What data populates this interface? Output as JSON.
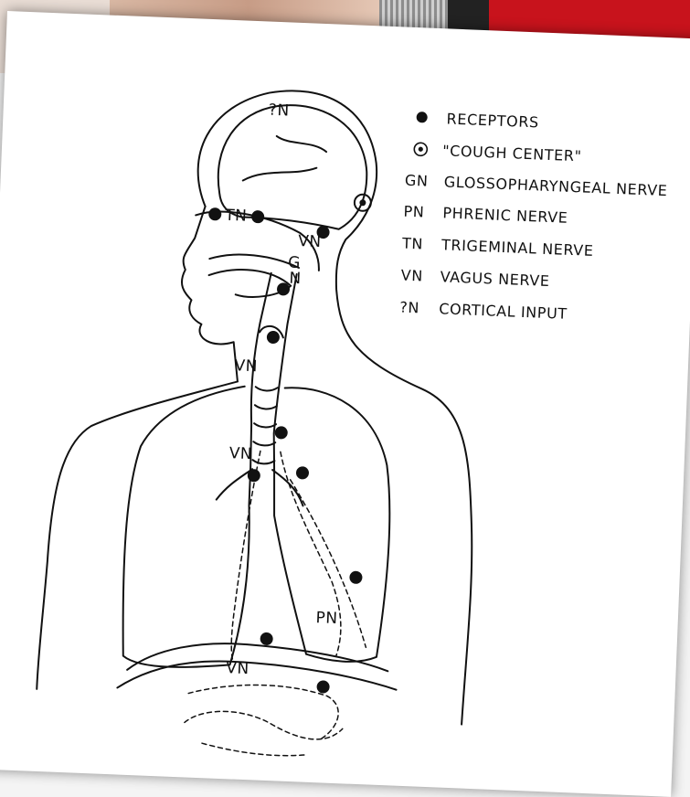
{
  "legend": {
    "items": [
      {
        "symbol": "receptor-dot-icon",
        "label": "RECEPTORS"
      },
      {
        "symbol": "cough-center-icon",
        "label": "\"COUGH CENTER\""
      },
      {
        "abbr": "GN",
        "label": "GLOSSOPHARYNGEAL NERVE"
      },
      {
        "abbr": "PN",
        "label": "PHRENIC NERVE"
      },
      {
        "abbr": "TN",
        "label": "TRIGEMINAL NERVE"
      },
      {
        "abbr": "VN",
        "label": "VAGUS NERVE"
      },
      {
        "abbr": "?N",
        "label": "CORTICAL INPUT"
      }
    ]
  },
  "labels": {
    "cortical": "?N",
    "trigeminal": "TN",
    "vagus_head": "VN",
    "glosso_g": "G",
    "glosso_n": "N",
    "vagus_neck": "VN",
    "vagus_chest": "VN",
    "phrenic": "PN",
    "vagus_abdomen": "VN"
  },
  "colors": {
    "ink": "#111111",
    "paper": "#ffffff",
    "background_red": "#c8131c"
  },
  "receptor_count": 11
}
